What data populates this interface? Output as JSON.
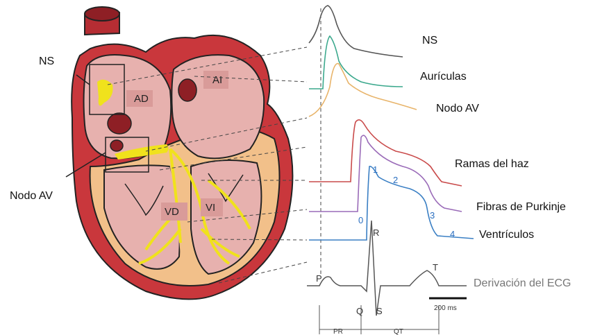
{
  "labels": {
    "sa_node_left": "NS",
    "av_node_left": "Nodo AV",
    "right_atrium": "AD",
    "left_atrium": "AI",
    "right_ventricle": "VD",
    "left_ventricle": "VI"
  },
  "waveforms": [
    {
      "label": "NS",
      "color": "#555555"
    },
    {
      "label": "Aurículas",
      "color": "#3aa88c"
    },
    {
      "label": "Nodo AV",
      "color": "#e8b46a"
    },
    {
      "label": "Ramas del haz",
      "color": "#c94a4a"
    },
    {
      "label": "Fibras de Purkinje",
      "color": "#9a6bb8"
    },
    {
      "label": "Ventrículos",
      "color": "#3a7fc4"
    }
  ],
  "phases": [
    "0",
    "1",
    "2",
    "3",
    "4"
  ],
  "ecg": {
    "label": "Derivación del ECG",
    "waves": [
      "P",
      "R",
      "Q",
      "S",
      "T"
    ],
    "scale_bar": "200 ms",
    "intervals": [
      "PR",
      "QT"
    ]
  },
  "colors": {
    "heart_outer": "#c9373c",
    "heart_inner": "#e7b1ae",
    "muscle": "#f2c08a",
    "conduction": "#f0e21c"
  }
}
